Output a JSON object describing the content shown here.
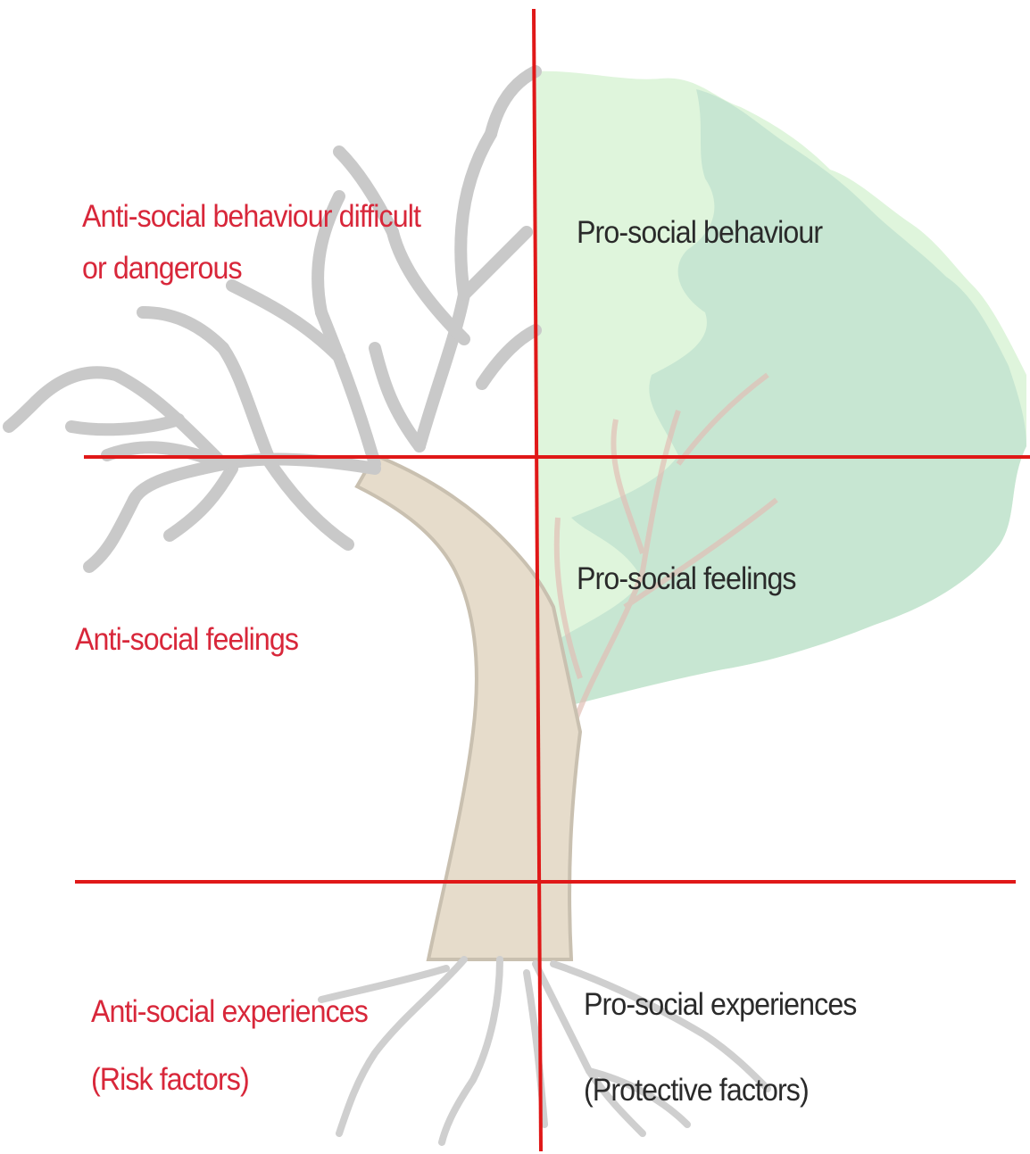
{
  "colors": {
    "divider_line": "#e01818",
    "anti_text": "#d8273a",
    "pro_text": "#2a2a2a",
    "bare_tree": "#c9c9c9",
    "trunk": "#e6dccb",
    "foliage_light": "#dff5dc",
    "foliage_dark": "#c4e4d0"
  },
  "left_column": {
    "behaviour": {
      "line1": "Anti-social behaviour difficult",
      "line2": "or dangerous"
    },
    "feelings": "Anti-social feelings",
    "experiences": {
      "line1": "Anti-social experiences",
      "line2": "(Risk factors)"
    }
  },
  "right_column": {
    "behaviour": "Pro-social behaviour",
    "feelings": "Pro-social feelings",
    "experiences": {
      "line1": "Pro-social experiences",
      "line2": "(Protective factors)"
    }
  },
  "illustration": {
    "left_half": "bare-tree-icon",
    "right_half": "leafy-tree-icon"
  }
}
